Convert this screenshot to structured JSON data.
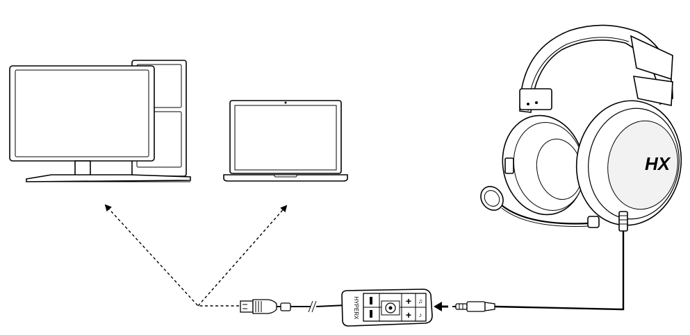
{
  "diagram": {
    "nodes": [
      {
        "id": "desktop-pc",
        "icon": "desktop-computer-icon"
      },
      {
        "id": "laptop",
        "icon": "laptop-icon"
      },
      {
        "id": "usb-plug",
        "icon": "usb-connector-icon"
      },
      {
        "id": "control-box",
        "icon": "audio-control-box-icon"
      },
      {
        "id": "headphone-jack",
        "icon": "audio-jack-icon"
      },
      {
        "id": "headset",
        "icon": "headset-icon"
      }
    ],
    "edges": [
      {
        "from": "usb-plug",
        "to": "desktop-pc",
        "style": "dashed-arrow"
      },
      {
        "from": "usb-plug",
        "to": "laptop",
        "style": "dashed-arrow"
      },
      {
        "from": "headphone-jack",
        "to": "control-box",
        "style": "solid-arrow"
      },
      {
        "from": "headset",
        "to": "headphone-jack",
        "style": "cable"
      }
    ],
    "control_box": {
      "brand_text": "HYPERX",
      "plus_symbol": "+",
      "minus_symbol": "−",
      "headphone_glyph": "♫",
      "mic_glyph": "♪"
    },
    "headset_logo_text": "HX",
    "colors": {
      "line": "#000000",
      "fill": "#ffffff",
      "shade": "#e6e6e6"
    }
  }
}
